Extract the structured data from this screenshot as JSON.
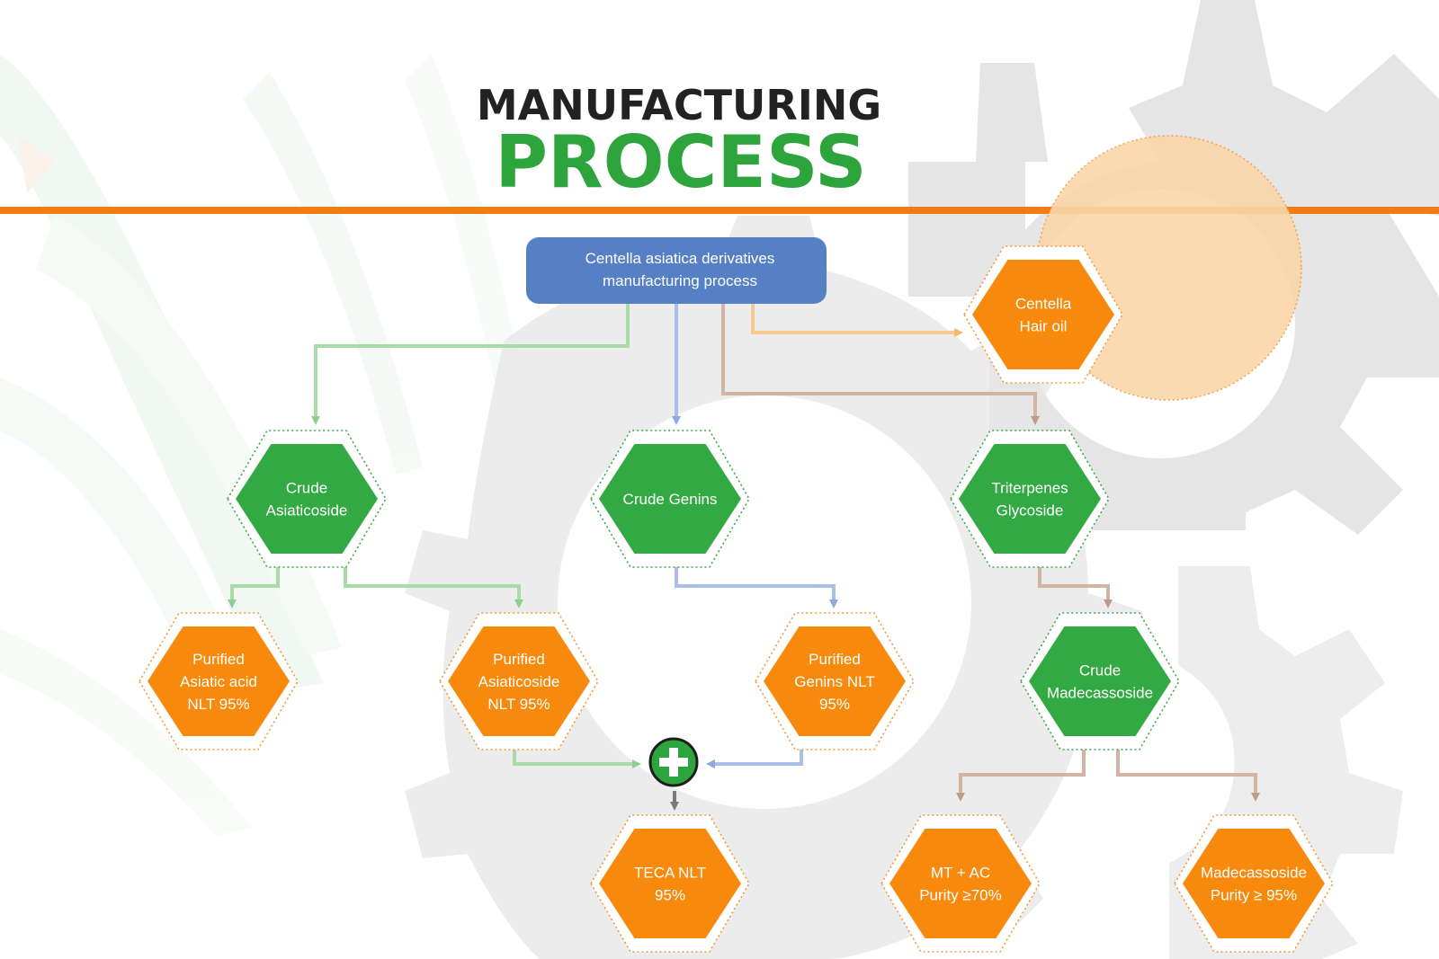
{
  "title": {
    "line1": "MANUFACTURING",
    "line2": "PROCESS"
  },
  "colors": {
    "green": "#33a944",
    "orange": "#f78a0c",
    "blue_box": "#5580c5",
    "title_dark": "#222222",
    "title_green": "#2ea43c",
    "rule": "#f07c12",
    "arrow_green": "#9fd59f",
    "arrow_blue": "#9db6e0",
    "arrow_brown": "#c9a896",
    "arrow_orange": "#f7c488",
    "arrow_gray": "#7a7a7a"
  },
  "root": {
    "line1": "Centella asiatica derivatives",
    "line2": "manufacturing process"
  },
  "nodes": {
    "hair_oil": {
      "line1": "Centella",
      "line2": "Hair oil"
    },
    "crude_asiaticoside": {
      "line1": "Crude",
      "line2": "Asiaticoside"
    },
    "crude_genins": {
      "line1": "Crude Genins"
    },
    "triterpenes": {
      "line1": "Triterpenes",
      "line2": "Glycoside"
    },
    "purified_asiatic_acid": {
      "line1": "Purified",
      "line2": "Asiatic acid",
      "line3": "NLT 95%"
    },
    "purified_asiaticoside": {
      "line1": "Purified",
      "line2": "Asiaticoside",
      "line3": "NLT 95%"
    },
    "purified_genins": {
      "line1": "Purified",
      "line2": "Genins NLT",
      "line3": "95%"
    },
    "crude_madecassoside": {
      "line1": "Crude",
      "line2": "Madecassoside"
    },
    "teca": {
      "line1": "TECA NLT",
      "line2": "95%"
    },
    "mt_ac": {
      "line1": "MT + AC",
      "line2": "Purity ≥70%"
    },
    "madecassoside": {
      "line1": "Madecassoside",
      "line2": "Purity ≥ 95%"
    }
  },
  "combine_icon": "plus-icon"
}
